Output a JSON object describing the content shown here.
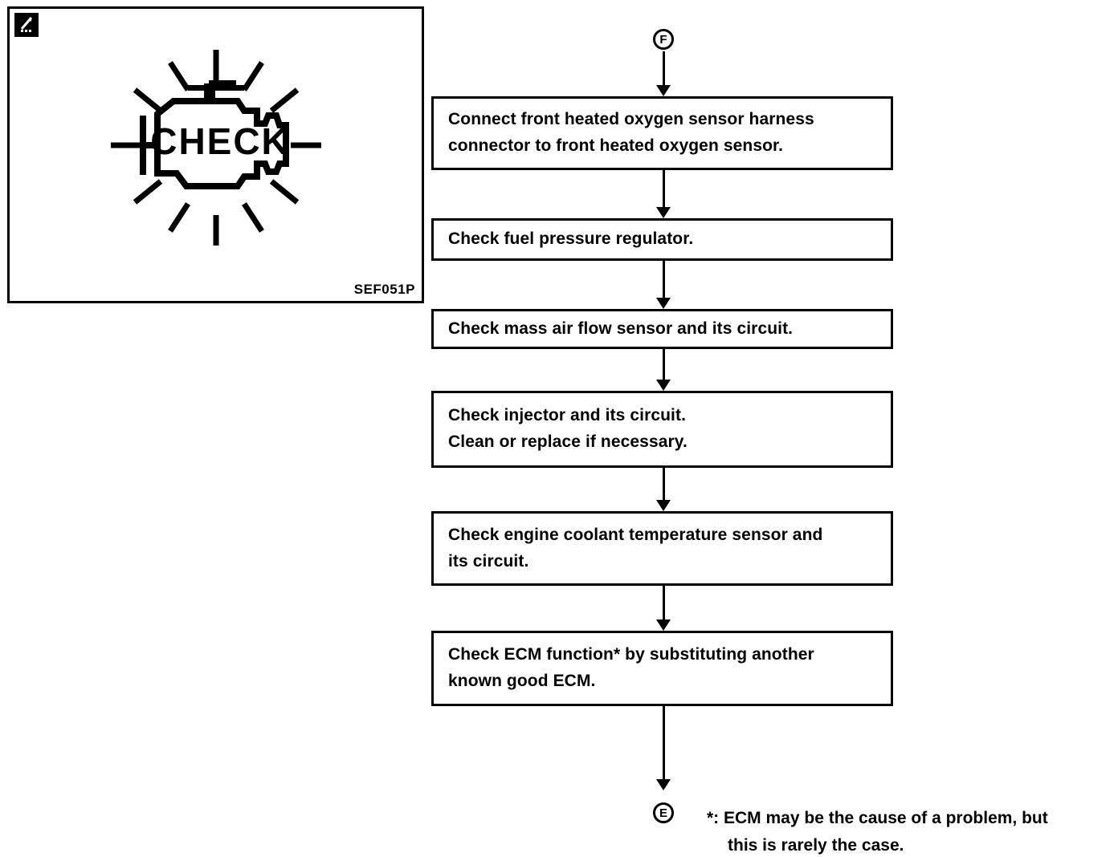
{
  "illustration": {
    "corner_badge_icon": "pencil-diagonal-icon",
    "lamp_label": "CHECK",
    "lamp_icon": "check-engine-malfunction-indicator-lamp-icon",
    "caption": "SEF051P"
  },
  "flow": {
    "entry_ref": "F",
    "exit_ref": "E",
    "steps": [
      {
        "id": "connect-o2-sensor-harness",
        "lines": [
          "Connect front heated oxygen sensor harness",
          "connector to front heated oxygen sensor."
        ]
      },
      {
        "id": "check-fuel-pressure-regulator",
        "lines": [
          "Check fuel pressure regulator."
        ]
      },
      {
        "id": "check-mass-air-flow-sensor",
        "lines": [
          "Check mass air flow sensor and its circuit."
        ]
      },
      {
        "id": "check-injector",
        "lines": [
          "Check injector and its circuit.",
          "Clean or replace if necessary."
        ]
      },
      {
        "id": "check-engine-coolant-temperature-sensor",
        "lines": [
          "Check engine coolant temperature sensor and",
          "its circuit."
        ]
      },
      {
        "id": "check-ecm-function",
        "lines": [
          "Check ECM function* by substituting another",
          "known good ECM."
        ]
      }
    ]
  },
  "footnote": {
    "line1": "*: ECM may be the cause of a problem, but",
    "line2": "this is rarely the case."
  },
  "colors": {
    "ink": "#000000",
    "paper": "#ffffff"
  }
}
